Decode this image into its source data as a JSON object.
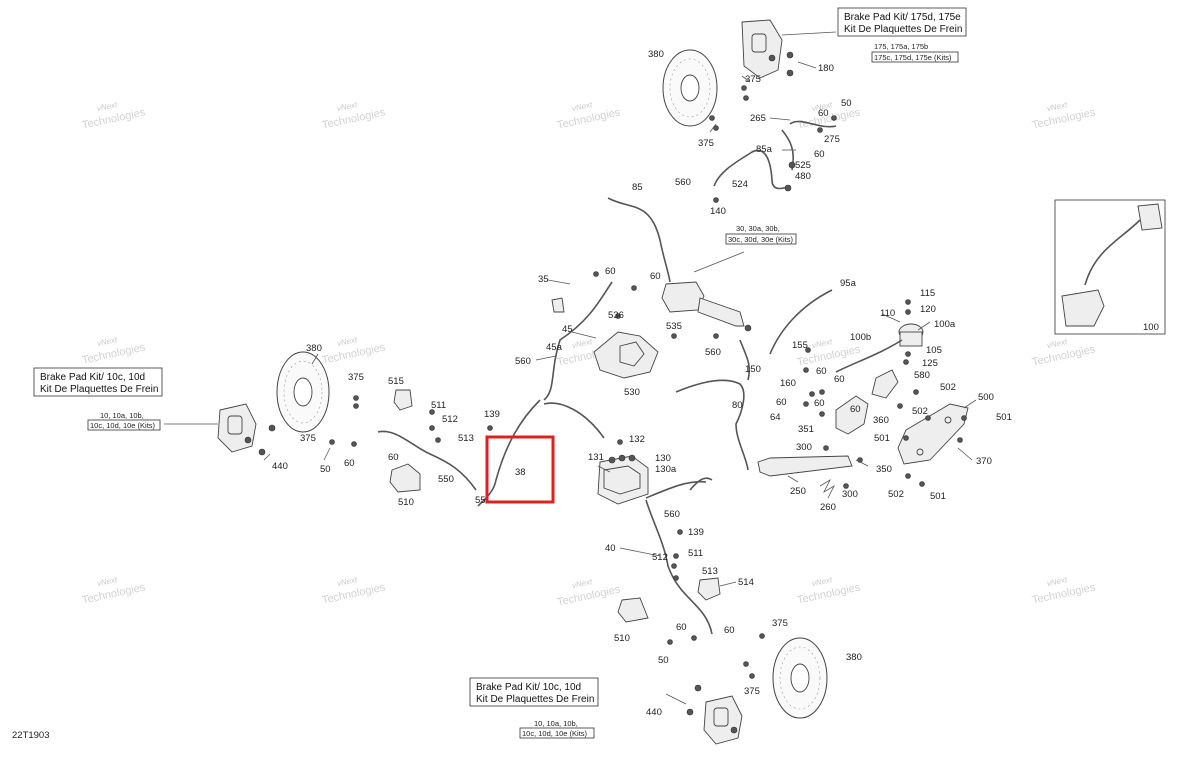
{
  "diagram_id": "22T1903",
  "kit_labels": {
    "top": [
      "Brake Pad Kit/ 175d, 175e",
      "Kit De Plaquettes De Frein"
    ],
    "top_codes": [
      "175, 175a, 175b",
      "175c, 175d, 175e (Kits)"
    ],
    "left": [
      "Brake Pad Kit/ 10c, 10d",
      "Kit De Plaquettes De Frein"
    ],
    "left_codes": [
      "10, 10a, 10b,",
      "10c, 10d, 10e (Kits)"
    ],
    "bottom": [
      "Brake Pad Kit/ 10c, 10d",
      "Kit De Plaquettes De Frein"
    ],
    "bottom_codes": [
      "10, 10a, 10b,",
      "10c, 10d, 10e (Kits)"
    ],
    "master": [
      "30, 30a, 30b,",
      "30c, 30d, 30e (Kits)"
    ]
  },
  "watermark": [
    "vNext",
    "Technologies"
  ],
  "highlight": {
    "label": "38",
    "color": "#e0201c"
  },
  "callouts": {
    "c380a": "380",
    "c375a": "375",
    "c375b": "375",
    "c180": "180",
    "c50a": "50",
    "c60a": "60",
    "c265": "265",
    "c275": "275",
    "c60b": "60",
    "c85a": "85a",
    "c525": "525",
    "c524": "524",
    "c480": "480",
    "c560a": "560",
    "c85": "85",
    "c140": "140",
    "c35": "35",
    "c60c": "60",
    "c60d": "60",
    "c536": "536",
    "c45": "45",
    "c535": "535",
    "c45a": "45a",
    "c560b": "560",
    "c530": "530",
    "c560c": "560",
    "c150": "150",
    "c95a": "95a",
    "c115": "115",
    "c110": "110",
    "c120": "120",
    "c100a": "100a",
    "c100b": "100b",
    "c105": "105",
    "c125": "125",
    "c155": "155",
    "c60e": "60",
    "c160": "160",
    "c60f": "60",
    "c580": "580",
    "c60g": "60",
    "c80": "80",
    "c60h": "60",
    "c64": "64",
    "c60i": "60",
    "c502a": "502",
    "c500": "500",
    "c360": "360",
    "c502b": "502",
    "c351": "351",
    "c501a": "501",
    "c501b": "501",
    "c300a": "300",
    "c370": "370",
    "c350": "350",
    "c502c": "502",
    "c501c": "501",
    "c250": "250",
    "c300b": "300",
    "c260": "260",
    "c100": "100",
    "c380b": "380",
    "c375c": "375",
    "c515": "515",
    "c511a": "511",
    "c512a": "512",
    "c513a": "513",
    "c375d": "375",
    "c60j": "60",
    "c60k": "60",
    "c50b": "50",
    "c440a": "440",
    "c550": "550",
    "c510a": "510",
    "c55": "55",
    "c139a": "139",
    "c132": "132",
    "c131": "131",
    "c130": "130",
    "c130a": "130a",
    "c560d": "560",
    "c139b": "139",
    "c40": "40",
    "c512b": "512",
    "c511b": "511",
    "c513b": "513",
    "c514": "514",
    "c510b": "510",
    "c60l": "60",
    "c60m": "60",
    "c50c": "50",
    "c375e": "375",
    "c380c": "380",
    "c375f": "375",
    "c440b": "440"
  }
}
